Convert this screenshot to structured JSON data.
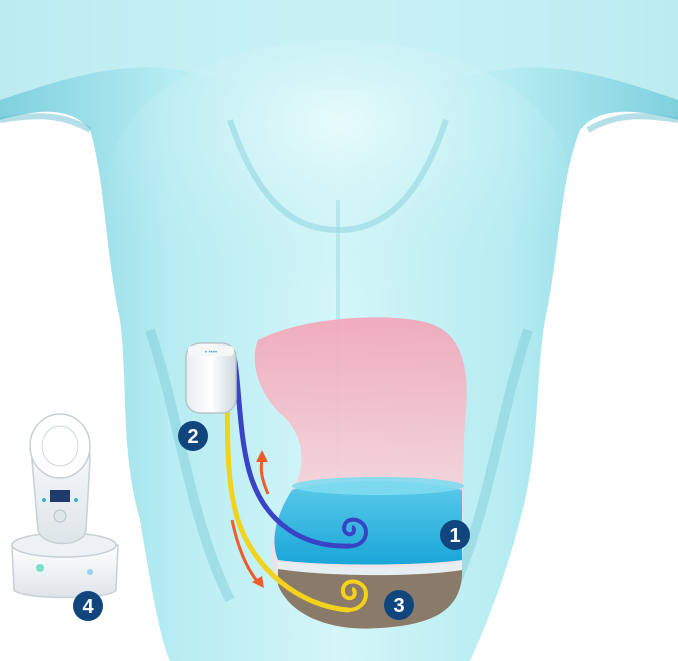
{
  "figure": {
    "callouts": [
      {
        "number": "1",
        "target": "bladder-fluid"
      },
      {
        "number": "2",
        "target": "pump-device"
      },
      {
        "number": "3",
        "target": "peritoneal-cavity"
      },
      {
        "number": "4",
        "target": "charger-device"
      }
    ],
    "colors": {
      "body": "#a9e6ee",
      "body_shade": "#6cc4d4",
      "liver_top": "#f2b8c6",
      "bladder_fluid": "#29b8e0",
      "peritoneum": "#8a7a6a",
      "tube_blue": "#3a43c4",
      "tube_yellow": "#f3d21b",
      "arrow": "#f25a28",
      "callout": "#10467d"
    }
  }
}
